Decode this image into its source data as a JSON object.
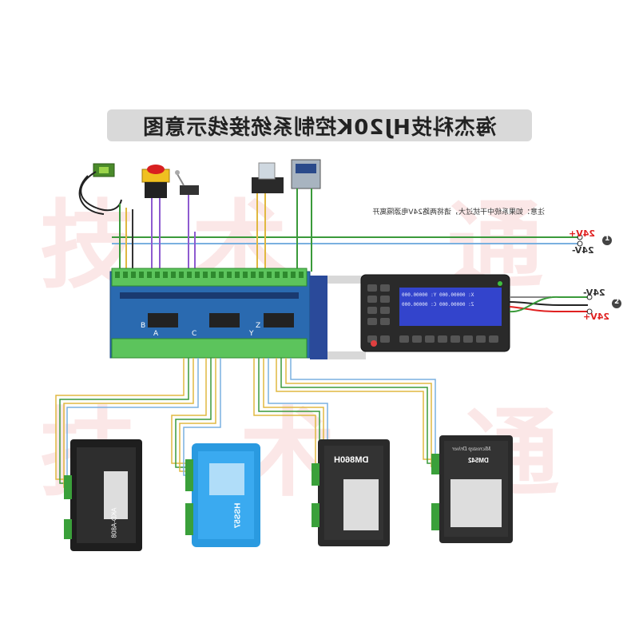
{
  "title": "海杰科技HJ20K控制系统接线示意图",
  "note": "注意：如果系统中干扰过大，请将两路24V电源隔离开",
  "power_supply_1": {
    "plus": "24V+",
    "minus": "24V-",
    "index": "1"
  },
  "power_supply_2": {
    "minus": "24V-",
    "plus": "24V+",
    "index": "2"
  },
  "board_labels": [
    "B",
    "A",
    "C",
    "Y",
    "Z"
  ],
  "controller": {
    "screen_lines": [
      "X: 00000.000  Y: 00000.000",
      "Z: 00000.000  C: 00000.000"
    ]
  },
  "drivers": [
    {
      "model": "AKD-A808"
    },
    {
      "model": "HSS57"
    },
    {
      "model": "DM860H"
    },
    {
      "model": "DM542",
      "brand": "Microstep Driver"
    }
  ],
  "watermark": [
    "技",
    "术",
    "通",
    "技",
    "术",
    "通"
  ],
  "colors": {
    "wire_green": "#3a9a3a",
    "wire_yellow": "#e0b840",
    "wire_purple": "#8e5bd0",
    "wire_orange": "#f2a040",
    "wire_red": "#e02020",
    "terminal_green": "#5cc45c",
    "pcb_blue": "#2a6ab0",
    "lcd_blue": "#3344cc"
  }
}
